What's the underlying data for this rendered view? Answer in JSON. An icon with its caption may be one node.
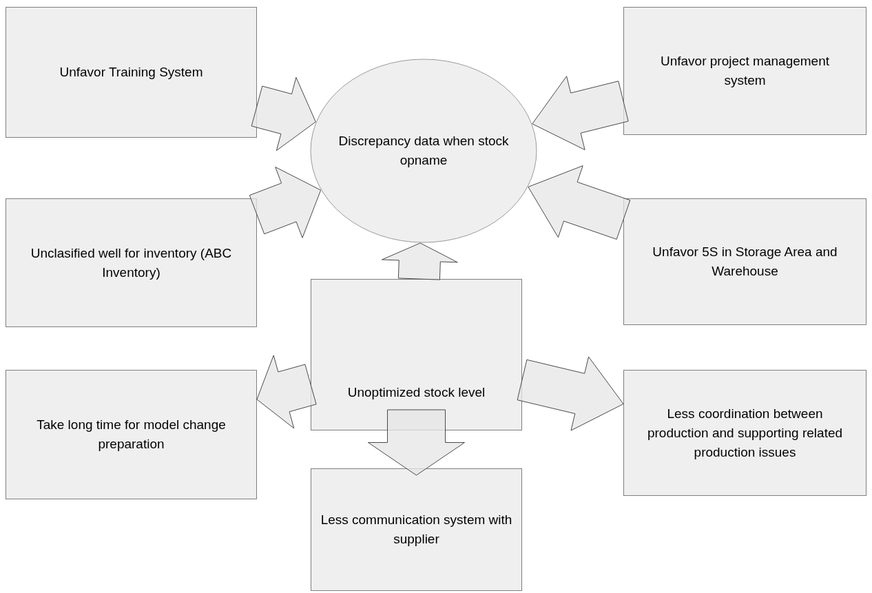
{
  "diagram": {
    "nodes": [
      {
        "text": [
          "Unfavor Training System"
        ]
      },
      {
        "text": [
          "Unfavor project management system"
        ]
      },
      {
        "text": [
          "Discrepancy data when stock opname"
        ]
      },
      {
        "text": [
          "Unclasified well for inventory (ABC Inventory)"
        ]
      },
      {
        "text": [
          "Unfavor 5S in Storage Area and Warehouse"
        ]
      },
      {
        "text": [
          "Unoptimized stock level"
        ]
      },
      {
        "text": [
          "Take long time for model change preparation"
        ]
      },
      {
        "text": [
          "Less coordination between production and supporting related production issues"
        ]
      },
      {
        "text": [
          "Less communication system with supplier"
        ]
      }
    ],
    "edges": [
      {
        "from": 0,
        "to": 2,
        "arrow": "to"
      },
      {
        "from": 1,
        "to": 2,
        "arrow": "to"
      },
      {
        "from": 3,
        "to": 2,
        "arrow": "to"
      },
      {
        "from": 4,
        "to": 2,
        "arrow": "to"
      },
      {
        "from": 5,
        "to": 2,
        "arrow": "to"
      },
      {
        "from": 5,
        "to": 6,
        "arrow": "to"
      },
      {
        "from": 5,
        "to": 7,
        "arrow": "to"
      },
      {
        "from": 5,
        "to": 8,
        "arrow": "to"
      }
    ]
  }
}
